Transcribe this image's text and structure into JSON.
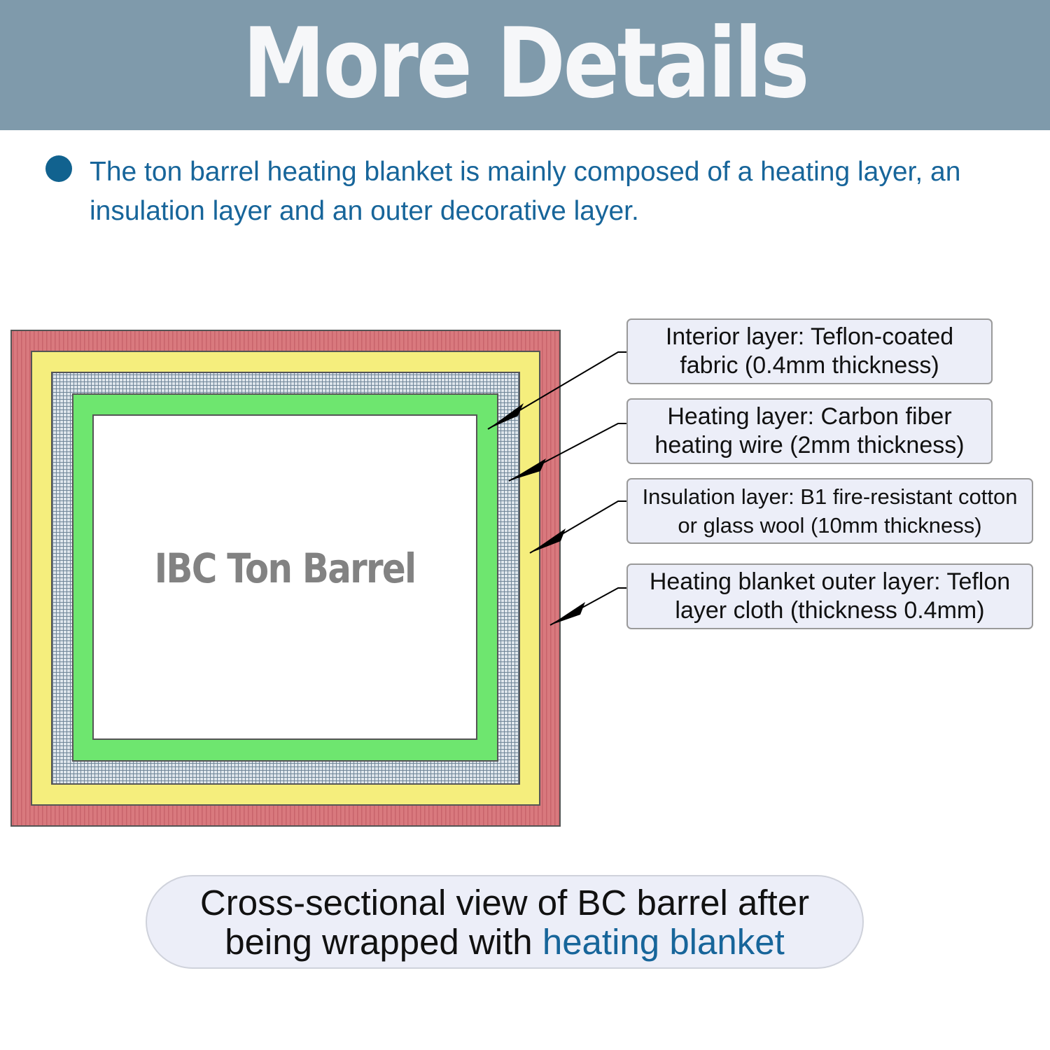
{
  "header": {
    "title": "More Details"
  },
  "intro": {
    "text": "The ton barrel heating blanket is mainly composed of a heating layer, an insulation layer and an outer decorative layer."
  },
  "diagram": {
    "barrel_label": "IBC Ton Barrel",
    "layer_colors": {
      "outer": "#d9797e",
      "insulation": "#f5ee7d",
      "mesh": "#b9c9d6",
      "heating": "#6ee66f",
      "interior": "#ffffff"
    },
    "callouts": [
      {
        "text": "Interior layer: Teflon-coated fabric (0.4mm thickness)"
      },
      {
        "text": "Heating layer: Carbon fiber heating wire (2mm thickness)"
      },
      {
        "text": "Insulation layer: B1 fire-resistant cotton or glass wool (10mm thickness)"
      },
      {
        "text": "Heating blanket outer layer: Teflon layer cloth (thickness 0.4mm)"
      }
    ]
  },
  "caption": {
    "line1": "Cross-sectional view of BC barrel after",
    "line2_prefix": "being wrapped with ",
    "line2_accent": "heating blanket",
    "accent_color": "#17659a"
  }
}
